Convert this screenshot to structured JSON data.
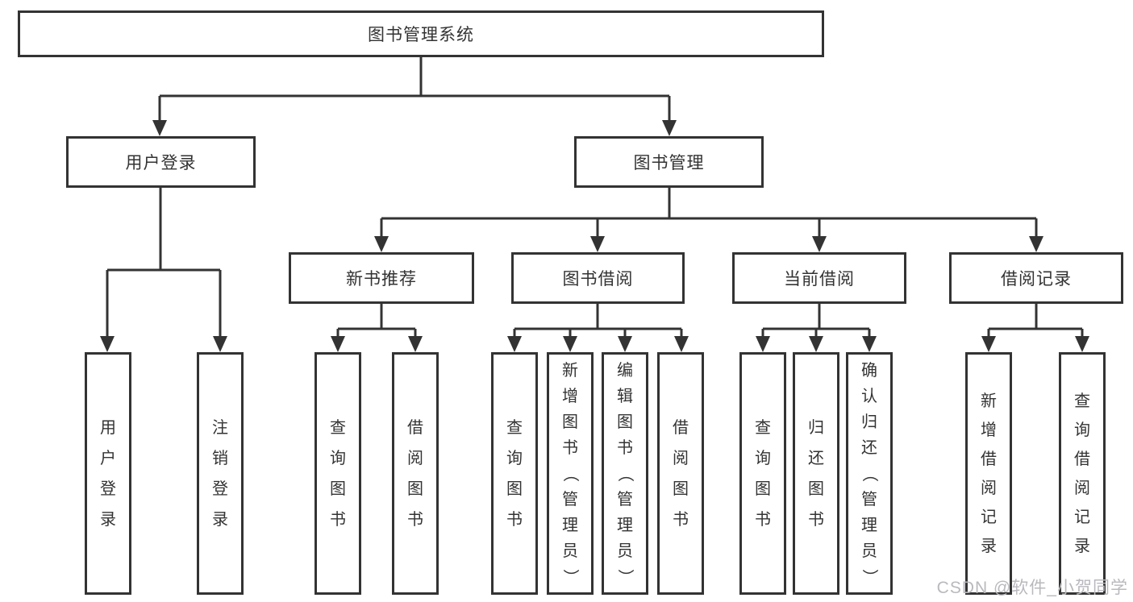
{
  "diagram": {
    "title": "图书管理系统",
    "tree": {
      "label": "图书管理系统",
      "children": [
        {
          "label": "用户登录",
          "children": [
            {
              "label": "用户登录"
            },
            {
              "label": "注销登录"
            }
          ]
        },
        {
          "label": "图书管理",
          "children": [
            {
              "label": "新书推荐",
              "children": [
                {
                  "label": "查询图书"
                },
                {
                  "label": "借阅图书"
                }
              ]
            },
            {
              "label": "图书借阅",
              "children": [
                {
                  "label": "查询图书"
                },
                {
                  "label": "新增图书（管理员）"
                },
                {
                  "label": "编辑图书（管理员）"
                },
                {
                  "label": "借阅图书"
                }
              ]
            },
            {
              "label": "当前借阅",
              "children": [
                {
                  "label": "查询图书"
                },
                {
                  "label": "归还图书"
                },
                {
                  "label": "确认归还（管理员）"
                }
              ]
            },
            {
              "label": "借阅记录",
              "children": [
                {
                  "label": "新增借阅记录"
                },
                {
                  "label": "查询借阅记录"
                }
              ]
            }
          ]
        }
      ]
    }
  },
  "watermark": "CSDN @软件_小贺同学",
  "colors": {
    "line": "#333333",
    "text": "#333333",
    "box_background": "#ffffff",
    "watermark": "#b9b9be",
    "page_background": "#ffffff"
  }
}
